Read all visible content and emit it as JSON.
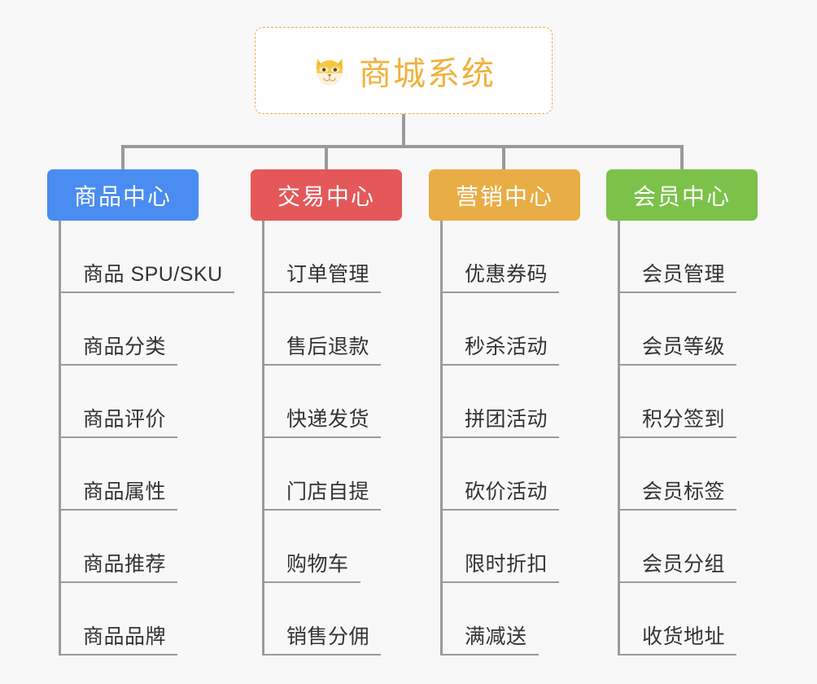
{
  "canvas": {
    "background": "#f8f8f8",
    "connector_color": "#9a9a9a"
  },
  "root": {
    "title": "商城系统",
    "icon": "dog-face-emoji",
    "text_color": "#f0b13c",
    "border_color": "#e7ab4a",
    "background": "#ffffff"
  },
  "branches": [
    {
      "title": "商品中心",
      "color": "#4a8cf0",
      "items": [
        "商品 SPU/SKU",
        "商品分类",
        "商品评价",
        "商品属性",
        "商品推荐",
        "商品品牌"
      ]
    },
    {
      "title": "交易中心",
      "color": "#e4585a",
      "items": [
        "订单管理",
        "售后退款",
        "快递发货",
        "门店自提",
        "购物车",
        "销售分佣"
      ]
    },
    {
      "title": "营销中心",
      "color": "#e9ad46",
      "items": [
        "优惠券码",
        "秒杀活动",
        "拼团活动",
        "砍价活动",
        "限时折扣",
        "满减送"
      ]
    },
    {
      "title": "会员中心",
      "color": "#7cc24a",
      "items": [
        "会员管理",
        "会员等级",
        "积分签到",
        "会员标签",
        "会员分组",
        "收货地址"
      ]
    }
  ]
}
